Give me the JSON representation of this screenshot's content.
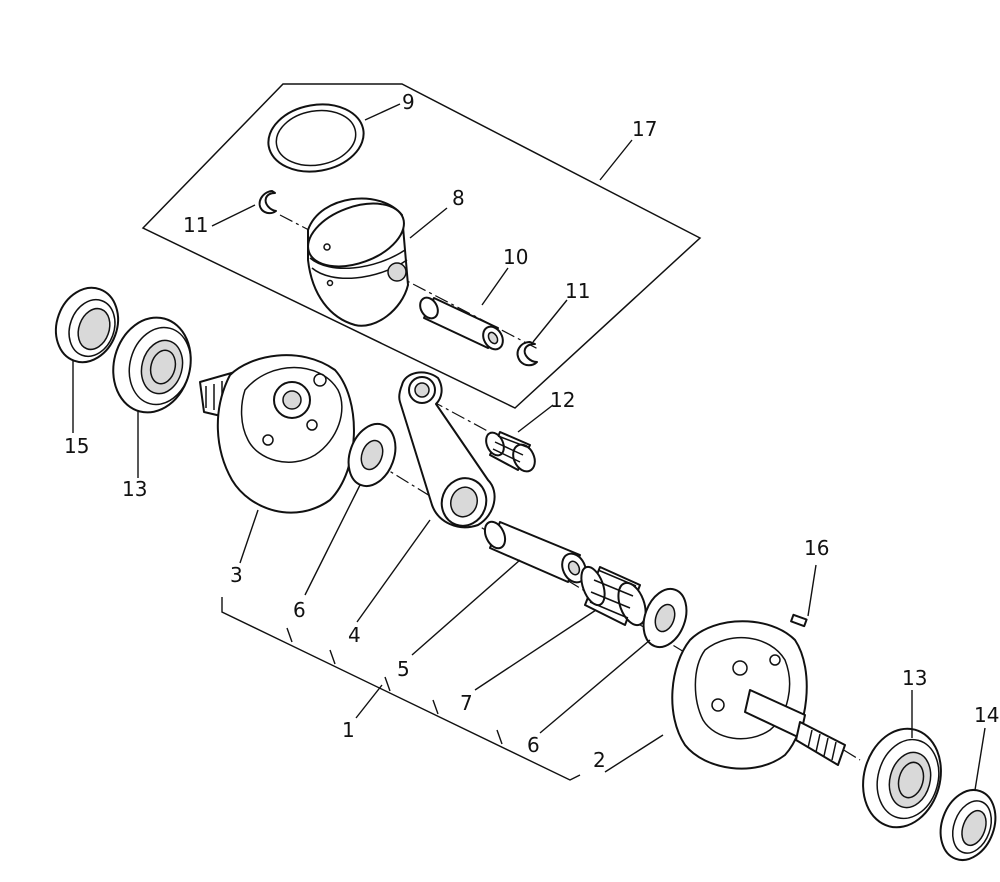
{
  "diagram": {
    "callouts": {
      "c1": "1",
      "c2": "2",
      "c3": "3",
      "c4": "4",
      "c5": "5",
      "c6a": "6",
      "c6b": "6",
      "c7": "7",
      "c8": "8",
      "c9": "9",
      "c10": "10",
      "c11a": "11",
      "c11b": "11",
      "c12": "12",
      "c13a": "13",
      "c13b": "13",
      "c14": "14",
      "c15": "15",
      "c16": "16",
      "c17": "17"
    }
  }
}
